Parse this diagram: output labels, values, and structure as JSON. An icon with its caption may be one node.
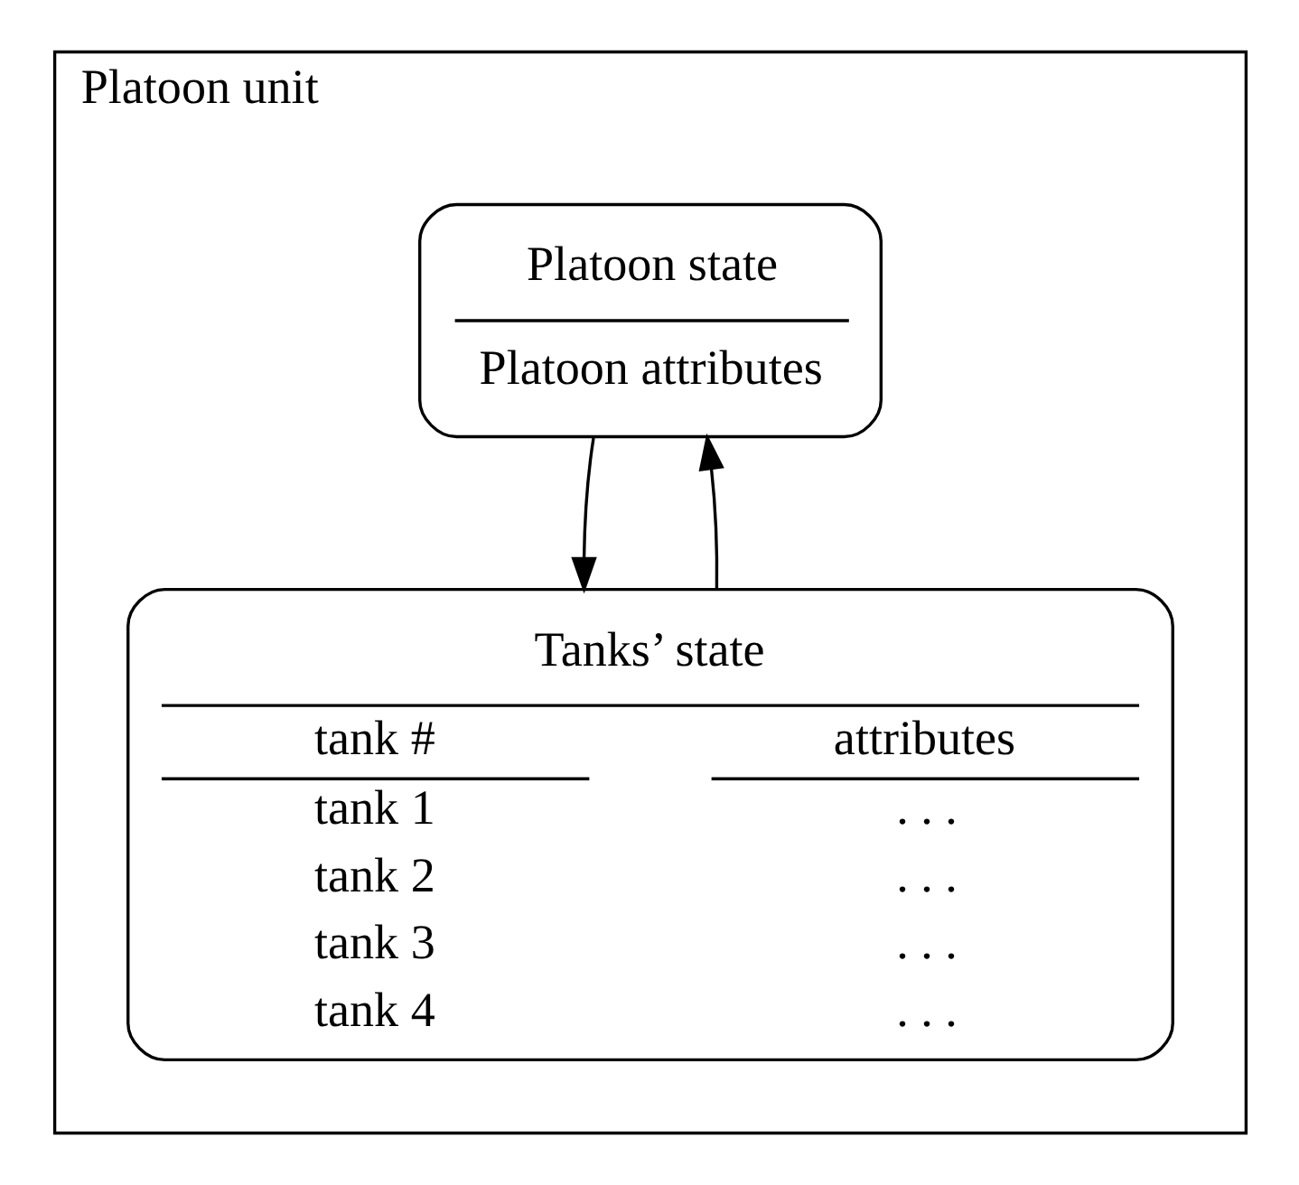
{
  "diagram": {
    "nodes": [
      {
        "text": [
          "Platoon unit"
        ]
      },
      {
        "text": [
          "Platoon state",
          "Platoon attributes"
        ],
        "in": 0
      },
      {
        "text": [
          "Tanks’ state",
          "tank #",
          "attributes",
          "tank 1",
          ". . .",
          "tank 2",
          ". . .",
          "tank 3",
          ". . .",
          "tank 4",
          ". . ."
        ],
        "in": 0
      }
    ],
    "edges": [
      {
        "from": 2,
        "to": 1,
        "arrow": "to"
      },
      {
        "from": 1,
        "to": 2,
        "arrow": "to"
      }
    ]
  }
}
